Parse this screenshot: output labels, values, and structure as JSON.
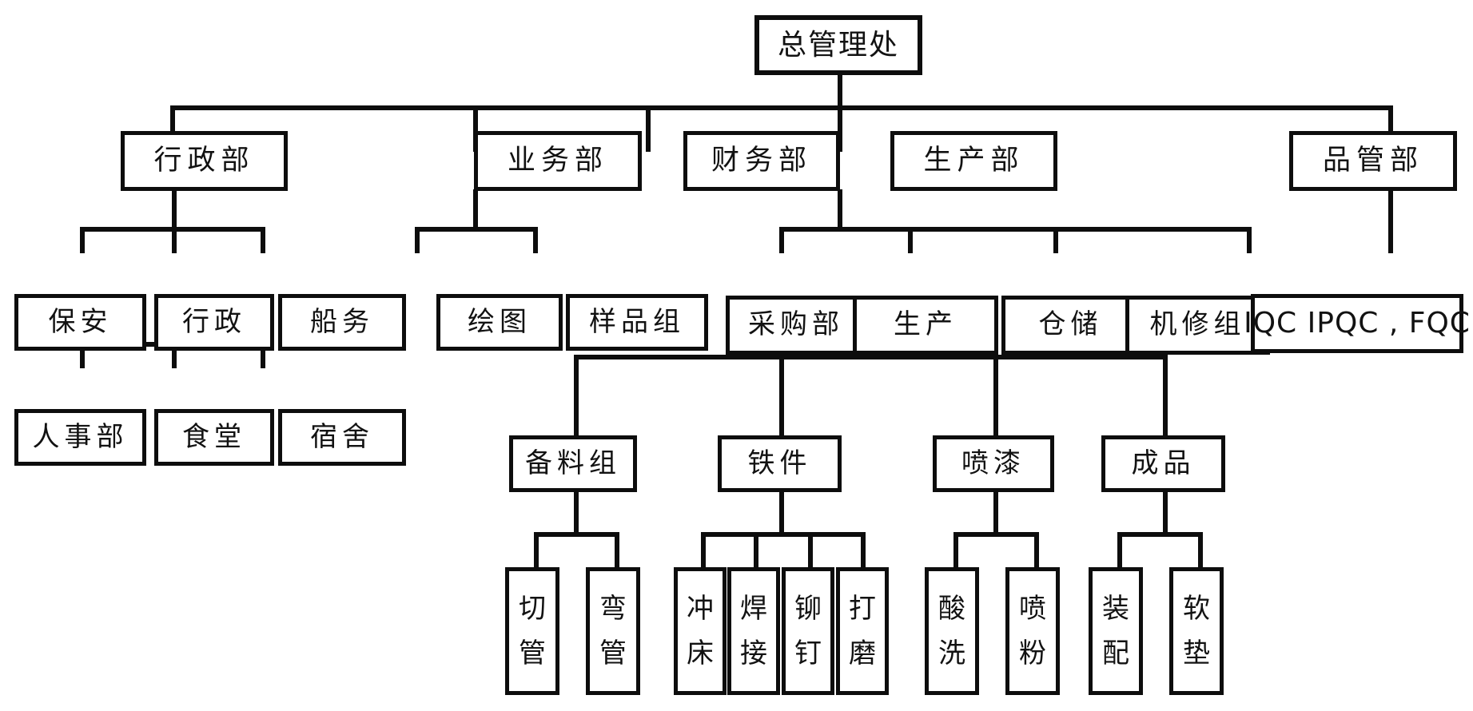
{
  "chart": {
    "type": "org-chart",
    "title": "",
    "orientation": "top-down",
    "box_border_color": "#0d0d0d",
    "background_color": "#ffffff",
    "text_color": "#121212"
  },
  "nodes": {
    "root": {
      "label": "总管理处"
    },
    "level2": [
      {
        "label": "行政部"
      },
      {
        "label": "业务部"
      },
      {
        "label": "财务部"
      },
      {
        "label": "生产部"
      },
      {
        "label": "品管部"
      }
    ],
    "admin_children": [
      {
        "label": "保安"
      },
      {
        "label": "行政"
      },
      {
        "label": "船务"
      }
    ],
    "admin_grandchildren": [
      {
        "label": "人事部"
      },
      {
        "label": "食堂"
      },
      {
        "label": "宿舍"
      }
    ],
    "sales_children": [
      {
        "label": "绘图"
      },
      {
        "label": "样品组"
      }
    ],
    "production_children": [
      {
        "label": "采购部"
      },
      {
        "label": "生产"
      },
      {
        "label": "仓储"
      },
      {
        "label": "机修组"
      }
    ],
    "qc_children": [
      {
        "label": "IQC IPQC , FQC"
      }
    ],
    "production_sub": [
      {
        "label": "备料组"
      },
      {
        "label": "铁件"
      },
      {
        "label": "喷漆"
      },
      {
        "label": "成品"
      }
    ],
    "beiliao_leaves": [
      {
        "chars": [
          "切",
          "管"
        ]
      },
      {
        "chars": [
          "弯",
          "管"
        ]
      }
    ],
    "tiejian_leaves": [
      {
        "chars": [
          "冲",
          "床"
        ]
      },
      {
        "chars": [
          "焊",
          "接"
        ]
      },
      {
        "chars": [
          "铆",
          "钉"
        ]
      },
      {
        "chars": [
          "打",
          "磨"
        ]
      }
    ],
    "penqi_leaves": [
      {
        "chars": [
          "酸",
          "洗"
        ]
      },
      {
        "chars": [
          "喷",
          "粉"
        ]
      }
    ],
    "chengpin_leaves": [
      {
        "chars": [
          "装",
          "配"
        ]
      },
      {
        "chars": [
          "软",
          "垫"
        ]
      }
    ]
  }
}
